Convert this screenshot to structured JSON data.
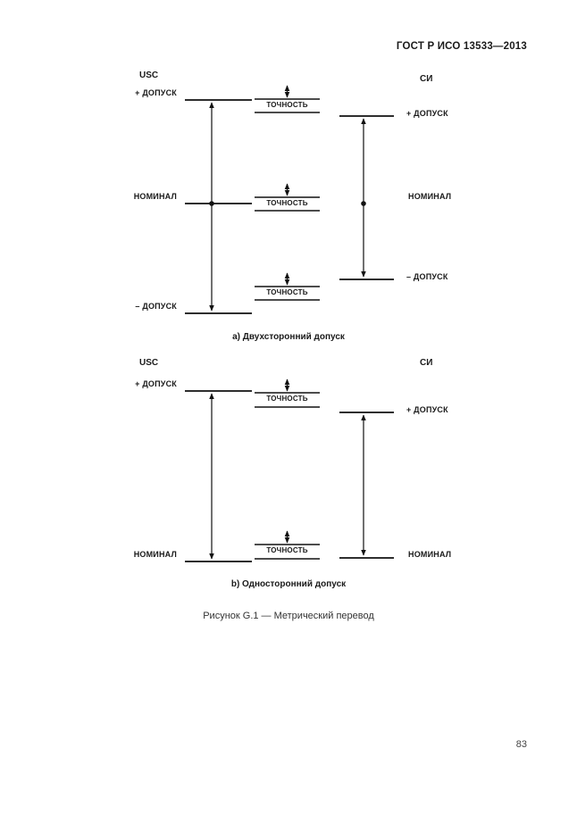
{
  "page": {
    "header": "ГОСТ Р ИСО 13533—2013",
    "page_number": "83",
    "figure_caption": "Рисунок G.1 — Метрический перевод"
  },
  "style": {
    "ink_color": "#111111",
    "background_color": "#ffffff"
  },
  "diagram_a": {
    "caption": "а) Двухсторонний допуск",
    "accuracy": "ТОЧНОСТЬ",
    "usc": {
      "title": "USC",
      "plus_tolerance": "+ ДОПУСК",
      "nominal": "НОМИНАЛ",
      "minus_tolerance": "– ДОПУСК"
    },
    "si": {
      "title": "СИ",
      "plus_tolerance": "+ ДОПУСК",
      "nominal": "НОМИНАЛ",
      "minus_tolerance": "– ДОПУСК"
    }
  },
  "diagram_b": {
    "caption": "b) Односторонний допуск",
    "accuracy": "ТОЧНОСТЬ",
    "usc": {
      "title": "USC",
      "plus_tolerance": "+ ДОПУСК",
      "nominal": "НОМИНАЛ"
    },
    "si": {
      "title": "СИ",
      "plus_tolerance": "+ ДОПУСК",
      "nominal": "НОМИНАЛ"
    }
  }
}
